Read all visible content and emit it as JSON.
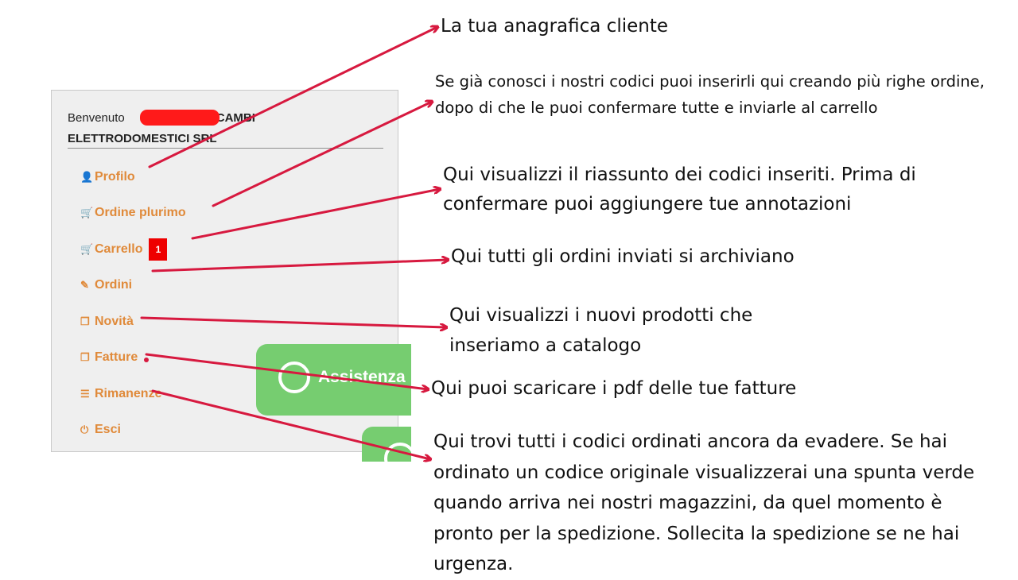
{
  "panel": {
    "welcome_prefix": "Benvenuto",
    "welcome_company_line1": "RICAMBI",
    "welcome_company_line2": "ELETTRODOMESTICI SRL",
    "menu": [
      {
        "label": "Profilo",
        "icon": "user-icon",
        "glyph": "👤"
      },
      {
        "label": "Ordine plurimo",
        "icon": "cart-icon",
        "glyph": "🛒"
      },
      {
        "label": "Carrello",
        "icon": "cart-icon",
        "glyph": "🛒",
        "badge": "1"
      },
      {
        "label": "Ordini",
        "icon": "edit-icon",
        "glyph": "✎"
      },
      {
        "label": "Novità",
        "icon": "copy-icon",
        "glyph": "❐"
      },
      {
        "label": "Fatture",
        "icon": "copy-icon",
        "glyph": "❐"
      },
      {
        "label": "Rimanenze",
        "icon": "list-icon",
        "glyph": "☰"
      },
      {
        "label": "Esci",
        "icon": "power-icon",
        "glyph": "⏻"
      }
    ],
    "whatsapp_label": "Assistenza"
  },
  "notes": {
    "profilo": "La tua anagrafica cliente",
    "ordine_plurimo": "Se già conosci i nostri codici puoi inserirli qui creando più righe ordine, dopo di che le puoi confermare tutte e inviarle al carrello",
    "carrello": "Qui visualizzi il riassunto dei codici inseriti. Prima di confermare puoi aggiungere tue annotazioni",
    "ordini": "Qui tutti gli ordini inviati si archiviano",
    "novita": "Qui visualizzi i nuovi prodotti che inseriamo a catalogo",
    "fatture": "Qui puoi scaricare i pdf delle tue fatture",
    "rimanenze": "Qui trovi tutti i codici ordinati ancora da evadere. Se hai ordinato un codice originale visualizzerai una spunta verde quando arriva nei nostri magazzini, da quel momento è pronto per la spedizione. Sollecita la spedizione se ne hai urgenza."
  },
  "colors": {
    "menu_orange": "#e08a3a",
    "arrow_red": "#d7193f",
    "badge_red": "#ee0000",
    "whatsapp_green": "#76cd70"
  }
}
